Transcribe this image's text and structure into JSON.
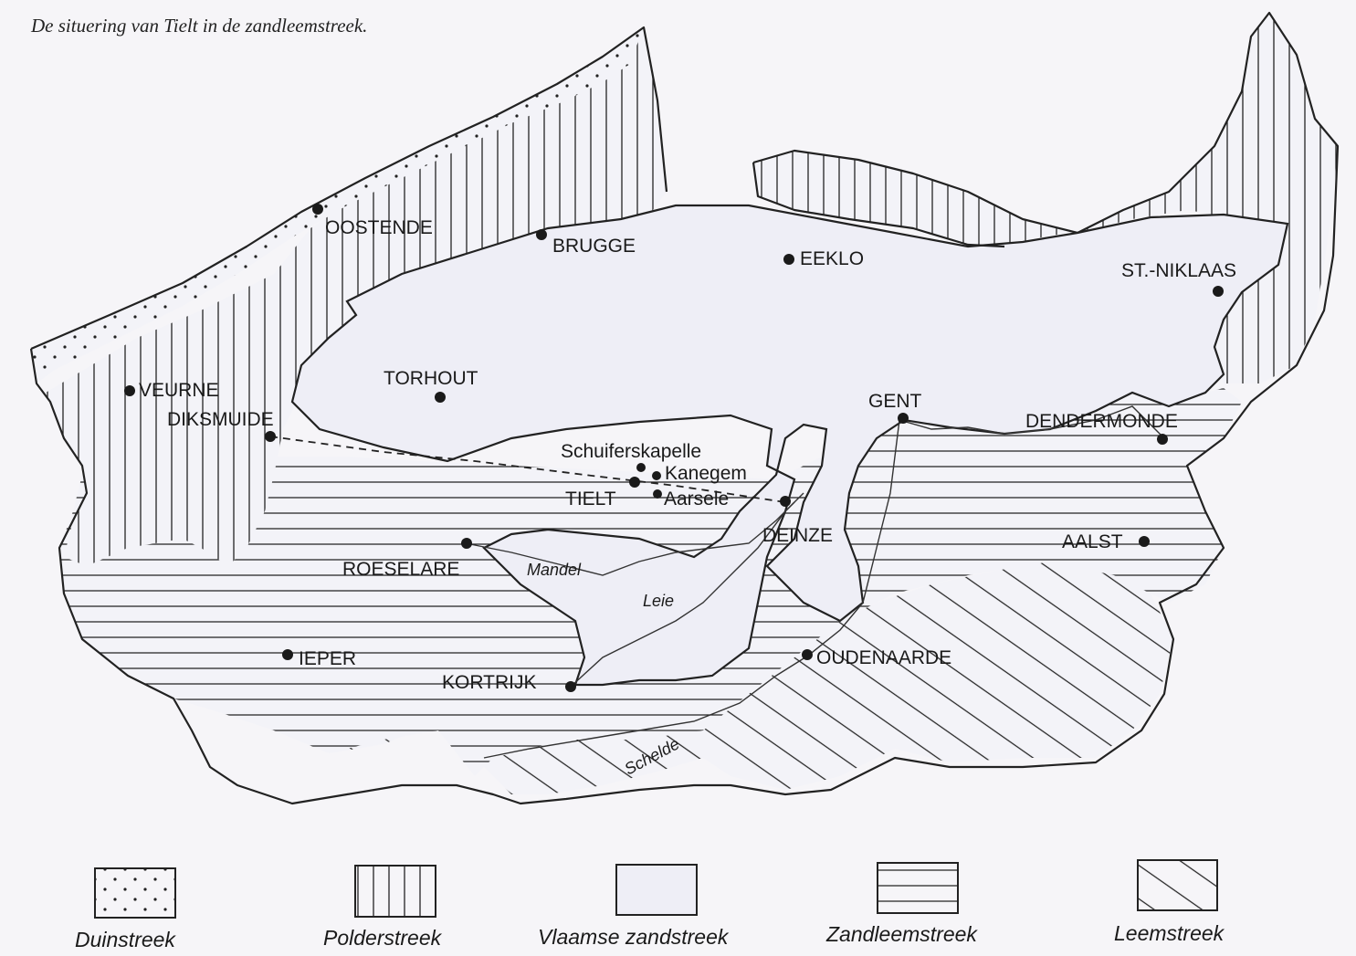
{
  "title": "De situering van Tielt in de zandleemstreek.",
  "cities": [
    {
      "name": "OOSTENDE"
    },
    {
      "name": "BRUGGE"
    },
    {
      "name": "EEKLO"
    },
    {
      "name": "ST.-NIKLAAS"
    },
    {
      "name": "VEURNE"
    },
    {
      "name": "DIKSMUIDE"
    },
    {
      "name": "TORHOUT"
    },
    {
      "name": "GENT"
    },
    {
      "name": "DENDERMONDE"
    },
    {
      "name": "Schuiferskapelle"
    },
    {
      "name": "Kanegem"
    },
    {
      "name": "TIELT"
    },
    {
      "name": "Aarsele"
    },
    {
      "name": "DEINZE"
    },
    {
      "name": "AALST"
    },
    {
      "name": "ROESELARE"
    },
    {
      "name": "IEPER"
    },
    {
      "name": "OUDENAARDE"
    },
    {
      "name": "KORTRIJK"
    }
  ],
  "rivers": [
    {
      "name": "Mandel"
    },
    {
      "name": "Leie"
    },
    {
      "name": "Schelde"
    }
  ],
  "legend": [
    {
      "label": "Duinstreek",
      "pattern": "dots"
    },
    {
      "label": "Polderstreek",
      "pattern": "vertical"
    },
    {
      "label": "Vlaamse zandstreek",
      "pattern": "plain"
    },
    {
      "label": "Zandleemstreek",
      "pattern": "horizontal"
    },
    {
      "label": "Leemstreek",
      "pattern": "diagonal"
    }
  ],
  "colors": {
    "ink": "#222222",
    "paper": "#f6f5f8",
    "sand": "#eeeef6"
  }
}
